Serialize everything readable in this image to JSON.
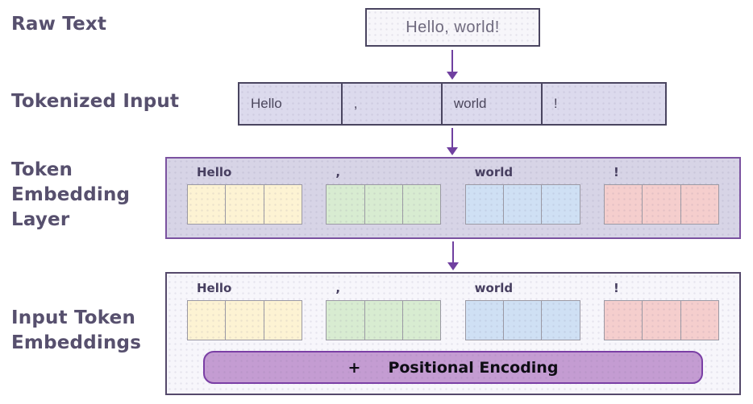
{
  "colors": {
    "arrow": "#7040a0",
    "stage_label": "#57506e",
    "raw_box_bg": "#f7f6fa",
    "raw_box_border": "#4a4560",
    "token_row_bg": "#dcdaed",
    "token_row_border": "#4a4560",
    "embed_box_bg": "#d7d4e6",
    "embed_box_border": "#7b52a0",
    "input_box_bg": "#f7f6fb",
    "input_box_border": "#55496b",
    "cell_border": "#9b99a4"
  },
  "stages": {
    "raw": "Raw Text",
    "tokenized": "Tokenized Input",
    "embedding_layer": "Token\nEmbedding\nLayer",
    "input_embeddings": "Input Token\nEmbeddings"
  },
  "raw_text": "Hello, world!",
  "tokens": [
    {
      "text": "Hello",
      "color": "#fdf3d3"
    },
    {
      "text": ",",
      "color": "#d8ecd1"
    },
    {
      "text": "world",
      "color": "#cfe0f4"
    },
    {
      "text": "!",
      "color": "#f5cecd"
    }
  ],
  "embedding_cells_per_token": 3,
  "positional_encoding": {
    "operator": "+",
    "label": "Positional Encoding",
    "bg": "#c49cd2",
    "border": "#7a3fa5"
  }
}
